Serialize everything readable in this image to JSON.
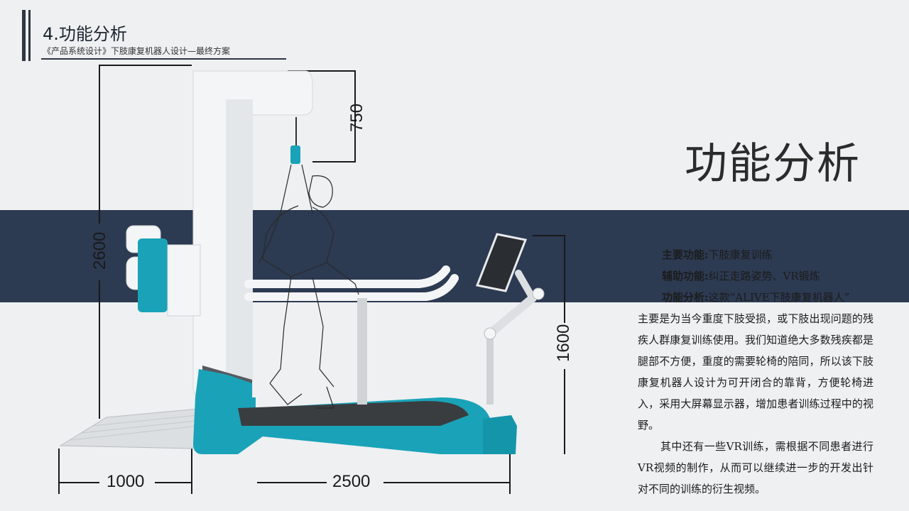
{
  "header": {
    "title": "4.功能分析",
    "subtitle": "《产品系统设计》下肢康复机器人设计—最终方案"
  },
  "section_title": "功能分析",
  "dimensions": {
    "top_height": "750",
    "total_height": "2600",
    "screen_height": "1600",
    "ramp_length": "1000",
    "base_length": "2500"
  },
  "description": {
    "main_label": "主要功能:",
    "main_value": "下肢康复训练",
    "aux_label": "辅助功能:",
    "aux_value": "纠正走路姿势、VR锻炼",
    "analysis_label": "功能分析:",
    "analysis_value": "这款“ALIVE下肢康复机器人”",
    "paragraph1": "主要是为当今重度下肢受损，或下肢出现问题的残疾人群康复训练使用。我们知道绝大多数残疾都是腿部不方便，重度的需要轮椅的陪同，所以该下肢康复机器人设计为可开闭合的靠背，方便轮椅进入，采用大屏幕显示器，增加患者训练过程中的视野。",
    "paragraph2": "其中还有一些VR训练，需根据不同患者进行VR视频的制作，从而可以继续进一步的开发出针对不同的训练的衍生视频。"
  },
  "colors": {
    "band": "#2c3a52",
    "teal": "#1aa3b8",
    "frame_white": "#f4f5f6"
  }
}
